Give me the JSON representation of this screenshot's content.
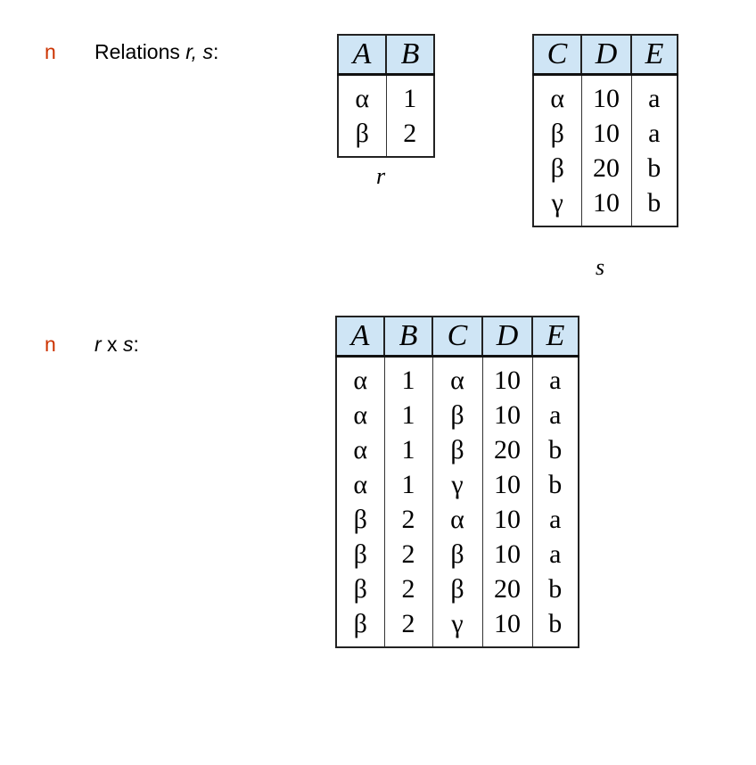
{
  "bullets": [
    {
      "symbol": "n",
      "prefix": "Relations ",
      "emph": "r, s",
      "suffix": ":"
    },
    {
      "symbol": "n",
      "prefix": "",
      "emph": "r",
      "middle": " x ",
      "emph2": "s",
      "suffix": ":"
    }
  ],
  "table_r": {
    "label": "r",
    "headers": [
      "A",
      "B"
    ],
    "rows": [
      [
        "α",
        "1"
      ],
      [
        "β",
        "2"
      ]
    ]
  },
  "table_s": {
    "label": "s",
    "headers": [
      "C",
      "D",
      "E"
    ],
    "rows": [
      [
        "α",
        "10",
        "a"
      ],
      [
        "β",
        "10",
        "a"
      ],
      [
        "β",
        "20",
        "b"
      ],
      [
        "γ",
        "10",
        "b"
      ]
    ]
  },
  "table_rxs": {
    "headers": [
      "A",
      "B",
      "C",
      "D",
      "E"
    ],
    "rows": [
      [
        "α",
        "1",
        "α",
        "10",
        "a"
      ],
      [
        "α",
        "1",
        "β",
        "10",
        "a"
      ],
      [
        "α",
        "1",
        "β",
        "20",
        "b"
      ],
      [
        "α",
        "1",
        "γ",
        "10",
        "b"
      ],
      [
        "β",
        "2",
        "α",
        "10",
        "a"
      ],
      [
        "β",
        "2",
        "β",
        "10",
        "a"
      ],
      [
        "β",
        "2",
        "β",
        "20",
        "b"
      ],
      [
        "β",
        "2",
        "γ",
        "10",
        "b"
      ]
    ]
  },
  "colors": {
    "bullet": "#cc3300",
    "header_bg": "#cfe5f5"
  }
}
